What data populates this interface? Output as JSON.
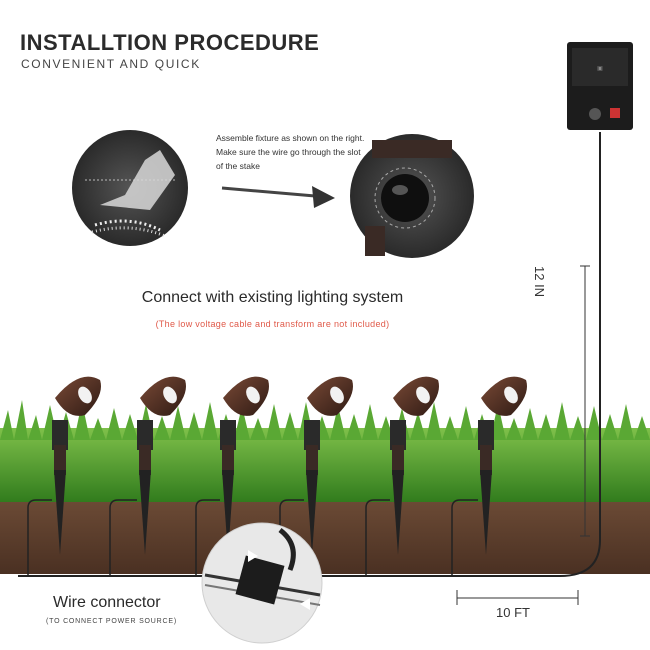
{
  "header": {
    "title": "INSTALLTION PROCEDURE",
    "subtitle": "CONVENIENT AND QUICK"
  },
  "step": {
    "instruction": "Assemble fixture as shown on the right. Make sure the wire go through the slot of the stake"
  },
  "connect": {
    "heading": "Connect with existing lighting system",
    "note": "(The low voltage cable and transform are not included)"
  },
  "dimensions": {
    "vertical": "12 IN",
    "horizontal": "10 FT"
  },
  "wire_connector": {
    "label": "Wire connector",
    "sublabel": "(TO CONNECT POWER SOURCE)"
  },
  "icons": [
    "arrow-right-icon",
    "transformer-icon",
    "spotlight-icon",
    "wire-connector-icon"
  ],
  "colors": {
    "note_red": "#e05a4a",
    "fixture_bronze": "#4a2a20",
    "grass_green": "#3e8f24",
    "soil_brown": "#5a3b2a"
  }
}
